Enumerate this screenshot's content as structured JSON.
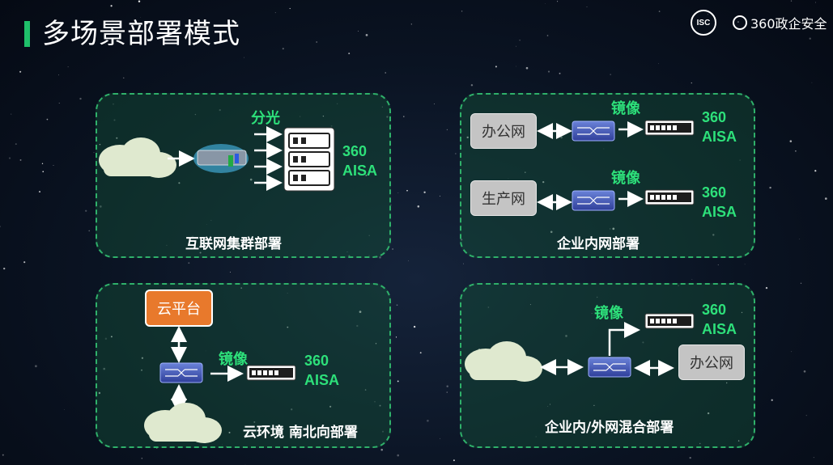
{
  "header": {
    "title": "多场景部署模式",
    "logo_isc": "ISC",
    "logo_360": "360政企安全"
  },
  "panels": {
    "internet": {
      "label": "互联网集群部署",
      "split_label": "分光",
      "device_line1": "360",
      "device_line2": "AISA"
    },
    "intranet": {
      "label": "企业内网部署",
      "row1": {
        "source": "办公网",
        "mirror": "镜像",
        "device_line1": "360",
        "device_line2": "AISA"
      },
      "row2": {
        "source": "生产网",
        "mirror": "镜像",
        "device_line1": "360",
        "device_line2": "AISA"
      }
    },
    "cloud": {
      "label": "云环境 南北向部署",
      "platform": "云平台",
      "mirror": "镜像",
      "device_line1": "360",
      "device_line2": "AISA"
    },
    "hybrid": {
      "label": "企业内/外网混合部署",
      "mirror": "镜像",
      "device_line1": "360",
      "device_line2": "AISA",
      "office": "办公网"
    }
  },
  "colors": {
    "accent_green": "#2de07a",
    "panel_border": "#2fb06a",
    "cloud_platform": "#e8792c",
    "title_bar": "#1fc06a"
  }
}
